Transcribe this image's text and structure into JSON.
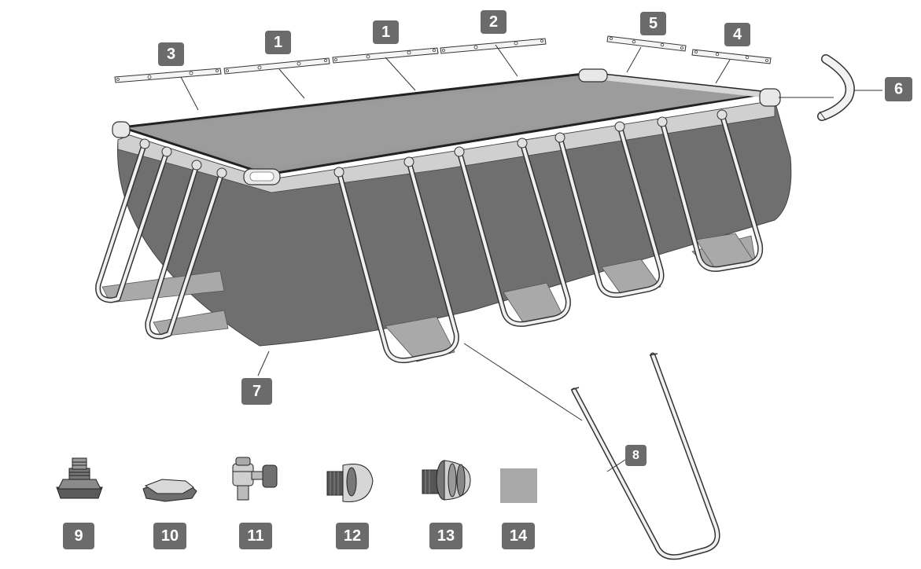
{
  "diagram": {
    "labels": {
      "rail_left_end": "3",
      "rail_left_mid": "1",
      "rail_center": "1",
      "rail_right_long": "2",
      "rail_short_a": "5",
      "rail_short_b": "4",
      "corner_joint": "6",
      "pool_liner": "7",
      "u_support": "8",
      "hose_adapter": "9",
      "drain_cap": "10",
      "strainer_valve": "11",
      "inlet_connector": "12",
      "outlet_connector": "13",
      "repair_patch": "14"
    },
    "colors": {
      "badge": "#6b6b6b",
      "liner_wall": "#6f6f6f",
      "water_surface": "#999999",
      "top_band": "#d0d0d0",
      "patch": "#a8a8a8"
    }
  }
}
